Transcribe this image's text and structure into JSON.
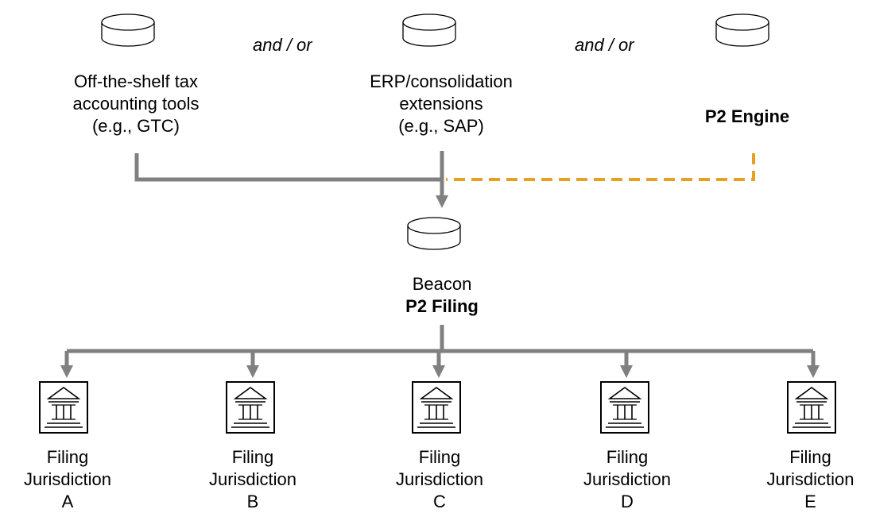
{
  "sources": [
    {
      "lines": [
        "Off-the-shelf tax",
        "accounting tools",
        "(e.g., GTC)"
      ],
      "bold": false
    },
    {
      "lines": [
        "ERP/consolidation",
        "extensions",
        "(e.g., SAP)"
      ],
      "bold": false
    },
    {
      "lines": [
        "P2 Engine"
      ],
      "bold": true
    }
  ],
  "connectors": [
    "and / or",
    "and / or"
  ],
  "hub": {
    "line1": "Beacon",
    "line2": "P2 Filing"
  },
  "jurisdictions": [
    {
      "line1": "Filing",
      "line2": "Jurisdiction",
      "letter": "A"
    },
    {
      "line1": "Filing",
      "line2": "Jurisdiction",
      "letter": "B"
    },
    {
      "line1": "Filing",
      "line2": "Jurisdiction",
      "letter": "C"
    },
    {
      "line1": "Filing",
      "line2": "Jurisdiction",
      "letter": "D"
    },
    {
      "line1": "Filing",
      "line2": "Jurisdiction",
      "letter": "E"
    }
  ],
  "colors": {
    "connector": "#808080",
    "dashed": "#E8A020",
    "stroke": "#000000"
  },
  "icons": {
    "source": "database-icon",
    "hub": "database-icon",
    "jurisdiction": "government-building-icon"
  }
}
